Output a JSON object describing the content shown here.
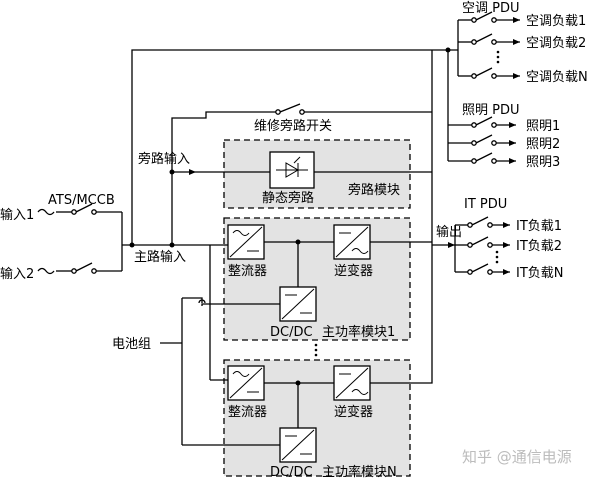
{
  "inputs": {
    "input1": "输入1",
    "input2": "输入2",
    "ats": "ATS/MCCB"
  },
  "buses": {
    "bypass_input": "旁路输入",
    "main_input": "主路输入",
    "output": "输出",
    "battery": "电池组"
  },
  "maintenance_switch": "维修旁路开关",
  "bypass_module": {
    "static_bypass": "静态旁路",
    "title": "旁路模块"
  },
  "power_module_1": {
    "rectifier": "整流器",
    "inverter": "逆变器",
    "dcdc": "DC/DC",
    "title": "主功率模块1"
  },
  "power_module_n": {
    "rectifier": "整流器",
    "inverter": "逆变器",
    "dcdc": "DC/DC",
    "title": "主功率模块N"
  },
  "pdu_ac": {
    "title": "空调 PDU",
    "loads": [
      "空调负载1",
      "空调负载2",
      "空调负载N"
    ]
  },
  "pdu_light": {
    "title": "照明 PDU",
    "loads": [
      "照明1",
      "照明2",
      "照明3"
    ]
  },
  "pdu_it": {
    "title": "IT PDU",
    "loads": [
      "IT负载1",
      "IT负载2",
      "IT负载N"
    ]
  },
  "watermark": {
    "text": "知乎 @通信电源",
    "icon": "zhihu-logo"
  }
}
